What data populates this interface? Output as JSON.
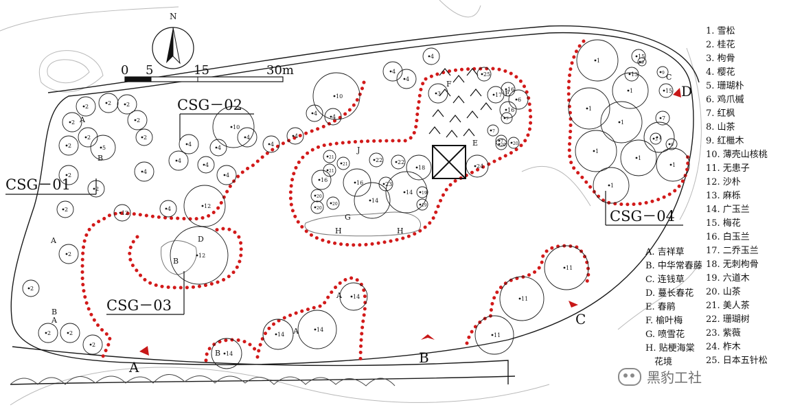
{
  "compass": {
    "north": "N"
  },
  "scale": {
    "ticks": [
      "0",
      "5",
      "15",
      "30m"
    ]
  },
  "section_labels": [
    "CSG－01",
    "CSG－02",
    "CSG－03",
    "CSG－04"
  ],
  "view_points": [
    "A",
    "B",
    "C",
    "D"
  ],
  "tree_legend": [
    "1. 雪松",
    "2. 桂花",
    "3. 枸骨",
    "4. 樱花",
    "5. 珊瑚朴",
    "6. 鸡爪槭",
    "7. 红枫",
    "8. 山茶",
    "9. 红檵木",
    "10. 薄壳山核桃",
    "11. 无患子",
    "12. 沙朴",
    "13. 麻栎",
    "14. 广玉兰",
    "15. 梅花",
    "16. 白玉兰",
    "17. 二乔玉兰",
    "18. 无刺枸骨",
    "19. 六道木",
    "20. 山茶",
    "21. 美人茶",
    "22. 珊瑚树",
    "23. 紫薇",
    "24. 柞木",
    "25. 日本五针松"
  ],
  "shrub_legend": [
    "A. 吉祥草",
    "B. 中华常春藤",
    "C. 连钱草",
    "D. 蔓长春花",
    "E. 春鹃",
    "F. 榆叶梅",
    "G. 喷雪花",
    "H. 贴梗海棠",
    "　花境"
  ],
  "area_letters": {
    "A": "A",
    "B": "B",
    "C": "C",
    "D": "D",
    "E": "E",
    "F": "F",
    "G": "G",
    "H": "H",
    "J": "J"
  },
  "trees": [
    {
      "n": "1"
    },
    {
      "n": "1"
    },
    {
      "n": "1"
    },
    {
      "n": "1"
    },
    {
      "n": "1"
    },
    {
      "n": "1"
    },
    {
      "n": "1"
    },
    {
      "n": "1"
    },
    {
      "n": "1"
    },
    {
      "n": "10"
    },
    {
      "n": "10"
    },
    {
      "n": "12"
    },
    {
      "n": "12"
    },
    {
      "n": "11"
    },
    {
      "n": "11"
    },
    {
      "n": "11"
    },
    {
      "n": "14"
    },
    {
      "n": "14"
    },
    {
      "n": "14"
    },
    {
      "n": "14"
    },
    {
      "n": "14"
    },
    {
      "n": "14"
    },
    {
      "n": "24"
    },
    {
      "n": "18"
    },
    {
      "n": "16"
    },
    {
      "n": "16"
    },
    {
      "n": "17"
    },
    {
      "n": "6"
    },
    {
      "n": "3"
    },
    {
      "n": "4"
    },
    {
      "n": "4"
    },
    {
      "n": "4"
    },
    {
      "n": "4"
    },
    {
      "n": "4"
    },
    {
      "n": "4"
    },
    {
      "n": "4"
    },
    {
      "n": "4"
    },
    {
      "n": "4"
    },
    {
      "n": "4"
    },
    {
      "n": "4"
    },
    {
      "n": "4"
    },
    {
      "n": "4"
    },
    {
      "n": "4"
    },
    {
      "n": "4"
    },
    {
      "n": "2"
    },
    {
      "n": "2"
    },
    {
      "n": "2"
    },
    {
      "n": "2"
    },
    {
      "n": "2"
    },
    {
      "n": "2"
    },
    {
      "n": "2"
    },
    {
      "n": "2"
    },
    {
      "n": "2"
    },
    {
      "n": "2"
    },
    {
      "n": "2"
    },
    {
      "n": "2"
    },
    {
      "n": "2"
    },
    {
      "n": "2"
    },
    {
      "n": "2"
    },
    {
      "n": "2"
    },
    {
      "n": "5"
    },
    {
      "n": "12"
    },
    {
      "n": "21"
    },
    {
      "n": "21"
    },
    {
      "n": "21"
    },
    {
      "n": "20"
    },
    {
      "n": "20"
    },
    {
      "n": "20"
    },
    {
      "n": "19"
    },
    {
      "n": "19"
    },
    {
      "n": "22"
    },
    {
      "n": "22"
    },
    {
      "n": "23"
    },
    {
      "n": "16"
    },
    {
      "n": "16"
    },
    {
      "n": "15"
    },
    {
      "n": "25"
    },
    {
      "n": "7"
    },
    {
      "n": "7"
    },
    {
      "n": "7"
    },
    {
      "n": "20"
    },
    {
      "n": "20"
    },
    {
      "n": "13"
    },
    {
      "n": "9"
    },
    {
      "n": "9"
    },
    {
      "n": "9"
    },
    {
      "n": "7"
    },
    {
      "n": "3"
    },
    {
      "n": "15"
    }
  ],
  "watermark": "黑豹工社",
  "colors": {
    "hedge": "#d21a1a",
    "line": "#1a1a1a",
    "faint": "#9a9a9a"
  }
}
